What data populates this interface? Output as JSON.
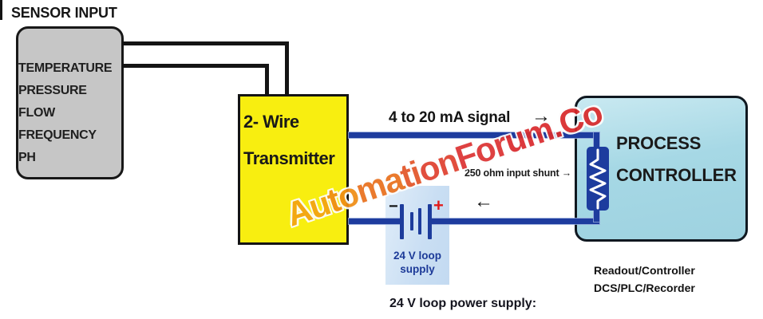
{
  "sensor": {
    "title": "SENSOR INPUT",
    "items": [
      "TEMPERATURE",
      "PRESSURE",
      "FLOW",
      "FREQUENCY",
      "PH"
    ]
  },
  "transmitter": {
    "label_line1": "2- Wire",
    "label_line2": "Transmitter"
  },
  "signal": {
    "label": "4 to 20 mA signal",
    "arrow_right": "→",
    "arrow_left": "←",
    "shunt_label": "250 ohm input shunt →"
  },
  "battery": {
    "minus": "−",
    "plus": "+",
    "label_line1": "24 V loop",
    "label_line2": "supply",
    "caption": "24 V loop power supply:"
  },
  "controller": {
    "label_line1": "PROCESS",
    "label_line2": "CONTROLLER",
    "caption_line1": "Readout/Controller",
    "caption_line2": "DCS/PLC/Recorder"
  },
  "watermark": {
    "segments": [
      {
        "text": "Au",
        "color": "#f3a312"
      },
      {
        "text": "to",
        "color": "#ef8d15"
      },
      {
        "text": "ma",
        "color": "#e9711e"
      },
      {
        "text": "ti",
        "color": "#e35629"
      },
      {
        "text": "on",
        "color": "#df4130"
      },
      {
        "text": "For",
        "color": "#dc3333"
      },
      {
        "text": "um",
        "color": "#da2b2e"
      },
      {
        "text": ".Co",
        "color": "#d92a2b"
      }
    ]
  },
  "colors": {
    "sensor_fill": "#c6c6c6",
    "transmitter_fill": "#f8ee10",
    "controller_fill": "#a6d8e5",
    "battery_fill": "#c9def3",
    "wire_blue": "#1e3c9e",
    "wire_black": "#141414",
    "plus_red": "#e21b1b",
    "battery_text_navy": "#1c3a98"
  }
}
